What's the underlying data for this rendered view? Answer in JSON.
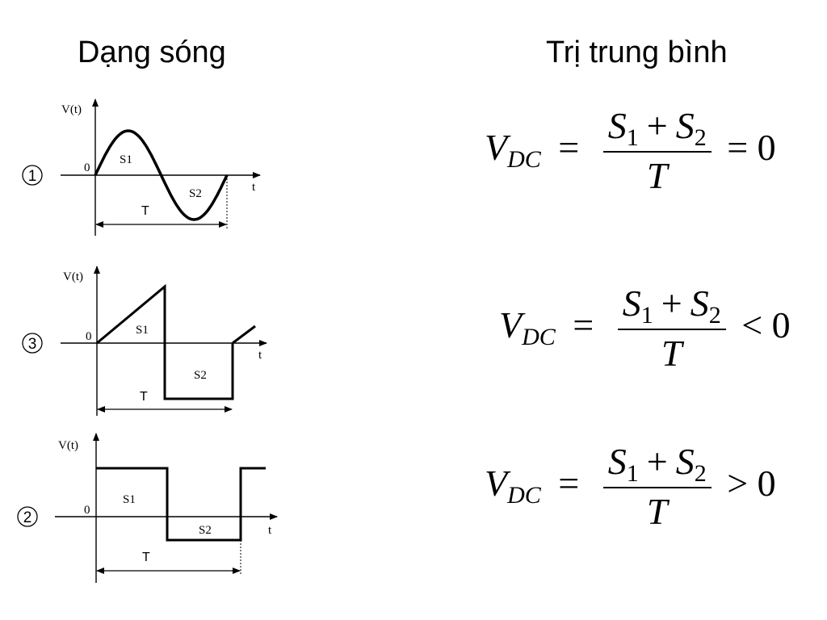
{
  "headings": {
    "waveform": "Dạng sóng",
    "average": "Trị trung bình"
  },
  "axis": {
    "v_label": "V(t)",
    "t_label": "t",
    "zero": "0",
    "period": "T",
    "s1": "S1",
    "s2": "S2"
  },
  "waveforms": [
    {
      "number": "1",
      "shape": "sine"
    },
    {
      "number": "3",
      "shape": "sawtooth"
    },
    {
      "number": "2",
      "shape": "square"
    }
  ],
  "formulas": [
    {
      "v": "V",
      "sub": "DC",
      "eq": "=",
      "s1": "S",
      "s1_sub": "1",
      "plus": "+",
      "s2": "S",
      "s2_sub": "2",
      "den": "T",
      "rel": "=",
      "rhs": "0"
    },
    {
      "v": "V",
      "sub": "DC",
      "eq": "=",
      "s1": "S",
      "s1_sub": "1",
      "plus": "+",
      "s2": "S",
      "s2_sub": "2",
      "den": "T",
      "rel": "<",
      "rhs": "0"
    },
    {
      "v": "V",
      "sub": "DC",
      "eq": "=",
      "s1": "S",
      "s1_sub": "1",
      "plus": "+",
      "s2": "S",
      "s2_sub": "2",
      "den": "T",
      "rel": ">",
      "rhs": "0"
    }
  ]
}
